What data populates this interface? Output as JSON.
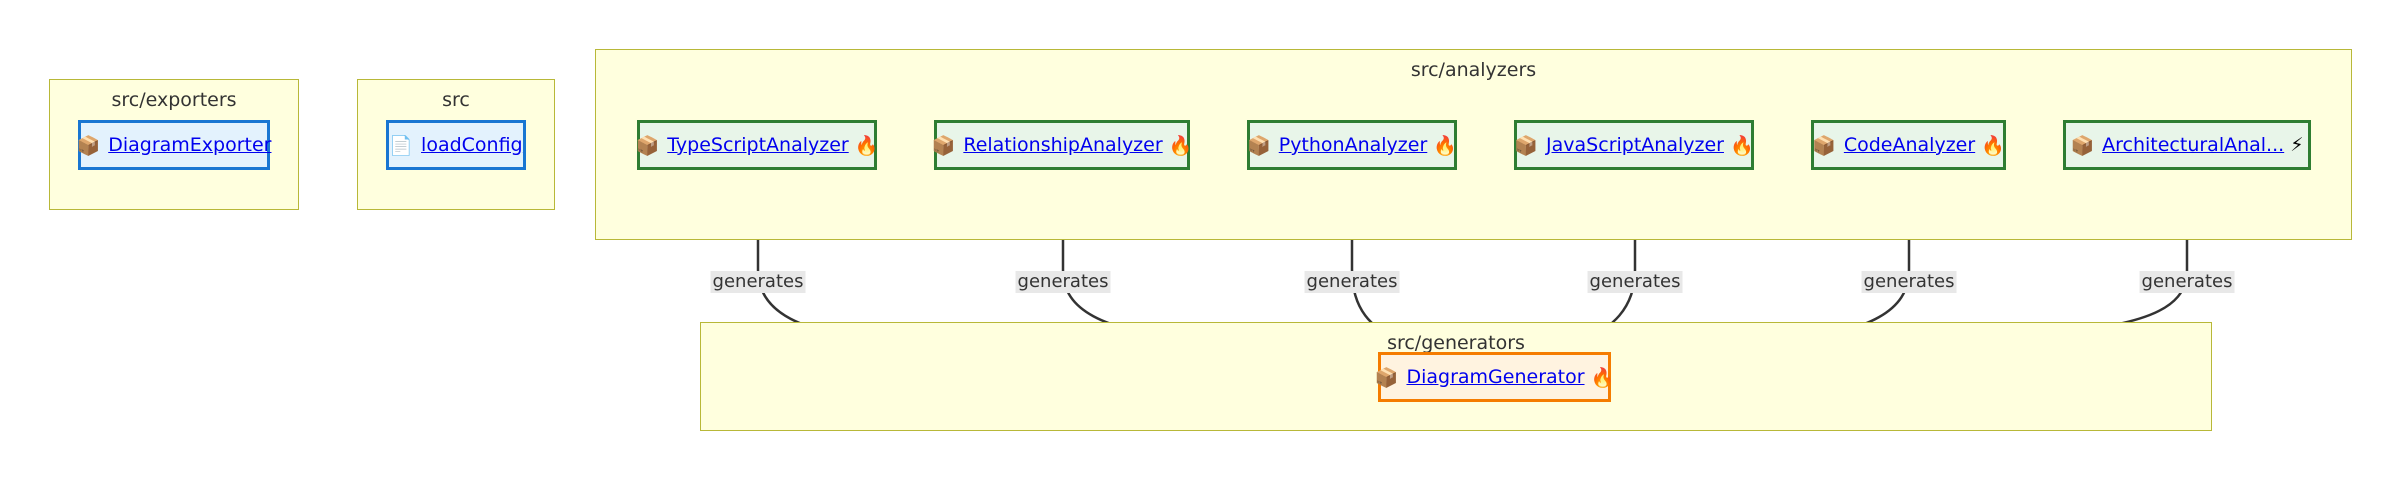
{
  "clusters": {
    "exporters": "src/exporters",
    "src": "src",
    "analyzers": "src/analyzers",
    "generators": "src/generators"
  },
  "nodes": {
    "diagram_exporter": {
      "icon": "package-icon",
      "label": "DiagramExporter",
      "badge": ""
    },
    "load_config": {
      "icon": "document-icon",
      "label": "loadConfig",
      "badge": ""
    },
    "typescript_analyzer": {
      "icon": "package-icon",
      "label": "TypeScriptAnalyzer",
      "badge": "fire-icon"
    },
    "relationship_analyzer": {
      "icon": "package-icon",
      "label": "RelationshipAnalyzer",
      "badge": "fire-icon"
    },
    "python_analyzer": {
      "icon": "package-icon",
      "label": "PythonAnalyzer",
      "badge": "fire-icon"
    },
    "javascript_analyzer": {
      "icon": "package-icon",
      "label": "JavaScriptAnalyzer",
      "badge": "fire-icon"
    },
    "code_analyzer": {
      "icon": "package-icon",
      "label": "CodeAnalyzer",
      "badge": "fire-icon"
    },
    "architectural_analyzer": {
      "icon": "package-icon",
      "label": "ArchitecturalAnal...",
      "badge": "lightning-icon"
    },
    "diagram_generator": {
      "icon": "package-icon",
      "label": "DiagramGenerator",
      "badge": "fire-icon"
    }
  },
  "edges": [
    {
      "from": "typescript_analyzer",
      "to": "diagram_generator",
      "label": "generates"
    },
    {
      "from": "relationship_analyzer",
      "to": "diagram_generator",
      "label": "generates"
    },
    {
      "from": "python_analyzer",
      "to": "diagram_generator",
      "label": "generates"
    },
    {
      "from": "javascript_analyzer",
      "to": "diagram_generator",
      "label": "generates"
    },
    {
      "from": "code_analyzer",
      "to": "diagram_generator",
      "label": "generates"
    },
    {
      "from": "architectural_analyzer",
      "to": "diagram_generator",
      "label": "generates"
    }
  ],
  "colors": {
    "cluster_fill": "#ffffde",
    "cluster_border": "#b8b838",
    "exporter_border": "#1976d2",
    "analyzer_border": "#2e7d32",
    "generator_border": "#f57c00",
    "link": "#0000ee",
    "edge": "#333333"
  }
}
